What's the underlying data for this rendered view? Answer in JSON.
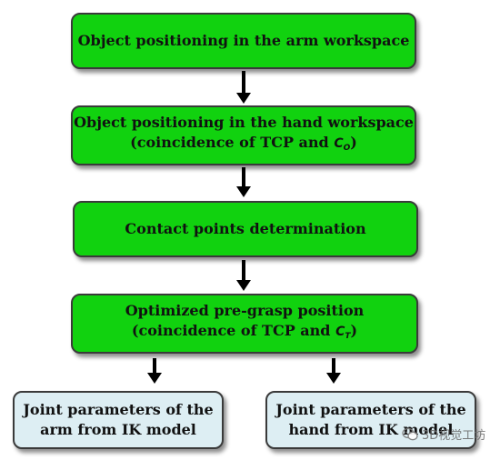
{
  "steps": {
    "arm_workspace": "Object positioning in the arm workspace",
    "hand_workspace_line1": "Object positioning in the hand workspace",
    "hand_workspace_line2_prefix": "(coincidence of TCP and ",
    "hand_workspace_symbol": "C",
    "hand_workspace_subscript": "O",
    "hand_workspace_line2_suffix": ")",
    "contact_points": "Contact points determination",
    "pregrasp_line1": "Optimized pre-grasp position",
    "pregrasp_line2_prefix": "(coincidence of TCP and ",
    "pregrasp_symbol": "C",
    "pregrasp_subscript": "T",
    "pregrasp_line2_suffix": ")"
  },
  "outputs": {
    "arm_line1": "Joint parameters of the",
    "arm_line2": "arm from IK model",
    "hand_line1": "Joint parameters of the",
    "hand_line2": "hand from IK model"
  },
  "watermark": {
    "text": "3D视觉工坊"
  },
  "colors": {
    "step_fill": "#11d20f",
    "output_fill": "#ddeef3",
    "border": "#3a3a3a",
    "arrow": "#000000"
  }
}
